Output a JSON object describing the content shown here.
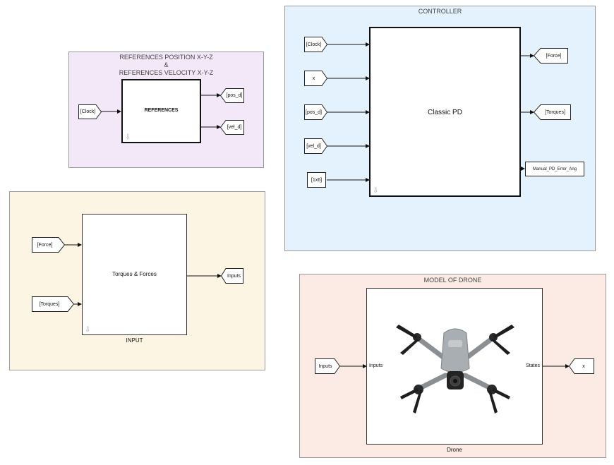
{
  "areas": {
    "references": {
      "title_lines": [
        "REFERENCES POSITION X-Y-Z",
        "&",
        "REFERENCES VELOCITY X-Y-Z"
      ],
      "color": "#f3e8f8"
    },
    "controller": {
      "title": "CONTROLLER",
      "color": "#e4f2fd"
    },
    "input": {
      "title": "",
      "color": "#fdf5e4"
    },
    "model": {
      "title": "MODEL OF DRONE",
      "color": "#fbebe4"
    }
  },
  "blocks": {
    "references": {
      "label": "REFERENCES"
    },
    "controller": {
      "label": "Classic PD"
    },
    "input": {
      "label": "Torques & Forces",
      "caption": "INPUT"
    },
    "drone": {
      "caption": "Drone",
      "in_port": "Inputs",
      "out_port": "States"
    }
  },
  "tags": {
    "ref_clock": "[Clock]",
    "pos_d_out": "[pos_d]",
    "vel_d_out": "[vel_d]",
    "ctrl_clock": "[Clock]",
    "ctrl_x": "x",
    "ctrl_pos_d": "[pos_d]",
    "ctrl_vel_d": "[vel_d]",
    "ctrl_const": "[1x6]",
    "force_out": "[Force]",
    "torques_out": "[Torques]",
    "error_out": "Manual_PD_Error_Ang",
    "in_force": "[Force]",
    "in_torques": "[Torques]",
    "inputs_out": "Inputs",
    "drone_in": "Inputs",
    "x_out": "x"
  },
  "icons": {
    "drone_image": "quadcopter-drone-icon",
    "block_corner": "down-arrow-icon"
  }
}
